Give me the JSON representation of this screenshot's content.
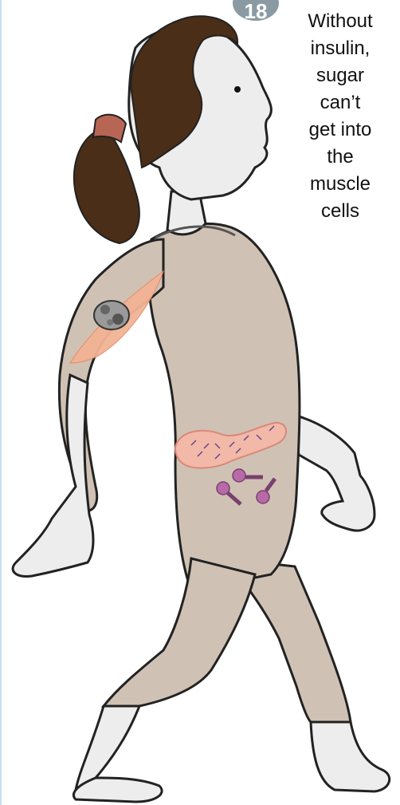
{
  "caption": {
    "step_number": "18",
    "lines": [
      "Without",
      "insulin,",
      "sugar",
      "can’t",
      "get into",
      "the",
      "muscle",
      "cells"
    ]
  },
  "colors": {
    "skin": "#ededed",
    "outfit": "#cfc2b4",
    "hair": "#4a2e18",
    "hair_band": "#b86654",
    "muscle": "#f2b394",
    "pancreas": "#f2b8a8",
    "insulin": "#b86aa8",
    "outline": "#222222"
  },
  "icons": [
    "step-badge",
    "muscle-icon",
    "sugar-blob-icon",
    "pancreas-icon",
    "insulin-molecule-icon"
  ]
}
